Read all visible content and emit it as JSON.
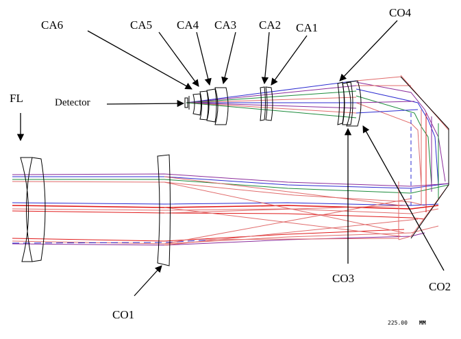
{
  "labels": {
    "ca6": "CA6",
    "ca5": "CA5",
    "ca4": "CA4",
    "ca3": "CA3",
    "ca2": "CA2",
    "ca1": "CA1",
    "co4": "CO4",
    "fl": "FL",
    "detector": "Detector",
    "co1": "CO1",
    "co3": "CO3",
    "co2": "CO2"
  },
  "scale": {
    "value": "225.00",
    "unit": "MM"
  },
  "colors": {
    "ray_red": "#e01818",
    "ray_pink": "#e06a6a",
    "ray_blue": "#2a2ad0",
    "ray_green": "#1a8a3a",
    "ray_purple": "#8a2a9a",
    "lens": "#000000"
  }
}
